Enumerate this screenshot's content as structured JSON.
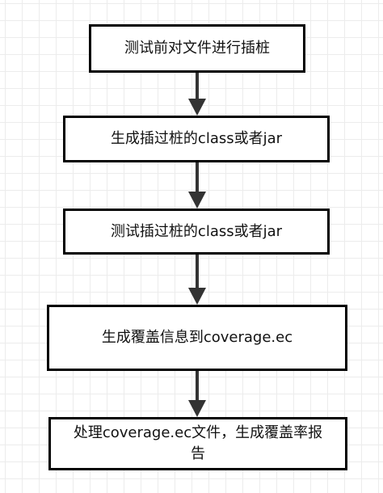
{
  "diagram": {
    "type": "flowchart",
    "direction": "top-to-bottom",
    "steps": [
      {
        "id": "step1",
        "label": "测试前对文件进行插桩"
      },
      {
        "id": "step2",
        "label": "生成插过桩的class或者jar"
      },
      {
        "id": "step3",
        "label": "测试插过桩的class或者jar"
      },
      {
        "id": "step4",
        "label": "生成覆盖信息到coverage.ec"
      },
      {
        "id": "step5",
        "label": "处理coverage.ec文件，生成覆盖率报告"
      }
    ],
    "edges": [
      {
        "from": "step1",
        "to": "step2"
      },
      {
        "from": "step2",
        "to": "step3"
      },
      {
        "from": "step3",
        "to": "step4"
      },
      {
        "from": "step4",
        "to": "step5"
      }
    ],
    "colors": {
      "box_border": "#000000",
      "box_fill": "#ffffff",
      "arrow": "#333333",
      "grid": "#ececec",
      "text": "#111111"
    }
  }
}
